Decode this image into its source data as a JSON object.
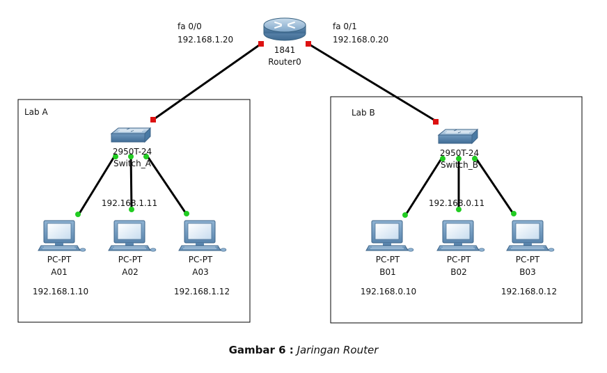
{
  "router": {
    "model": "1841",
    "name": "Router0",
    "port_left_name": "fa 0/0",
    "port_left_ip": "192.168.1.20",
    "port_right_name": "fa 0/1",
    "port_right_ip": "192.168.0.20"
  },
  "lab_a": {
    "title": "Lab A",
    "switch_model": "2950T-24",
    "switch_name": "Switch_A",
    "pcs": [
      {
        "type": "PC-PT",
        "name": "A01",
        "ip": "192.168.1.10"
      },
      {
        "type": "PC-PT",
        "name": "A02",
        "ip": "192.168.1.11"
      },
      {
        "type": "PC-PT",
        "name": "A03",
        "ip": "192.168.1.12"
      }
    ]
  },
  "lab_b": {
    "title": "Lab B",
    "switch_model": "2950T-24",
    "switch_name": "Switch_B",
    "pcs": [
      {
        "type": "PC-PT",
        "name": "B01",
        "ip": "192.168.0.10"
      },
      {
        "type": "PC-PT",
        "name": "B02",
        "ip": "192.168.0.11"
      },
      {
        "type": "PC-PT",
        "name": "B03",
        "ip": "192.168.0.12"
      }
    ]
  },
  "caption": {
    "prefix": "Gambar 6 :",
    "text": "Jaringan Router"
  },
  "colors": {
    "link": "#000000",
    "port_up": "#22cc22",
    "port_down": "#dd1111",
    "box_border": "#000000",
    "device_blue": "#6f9fc7"
  }
}
